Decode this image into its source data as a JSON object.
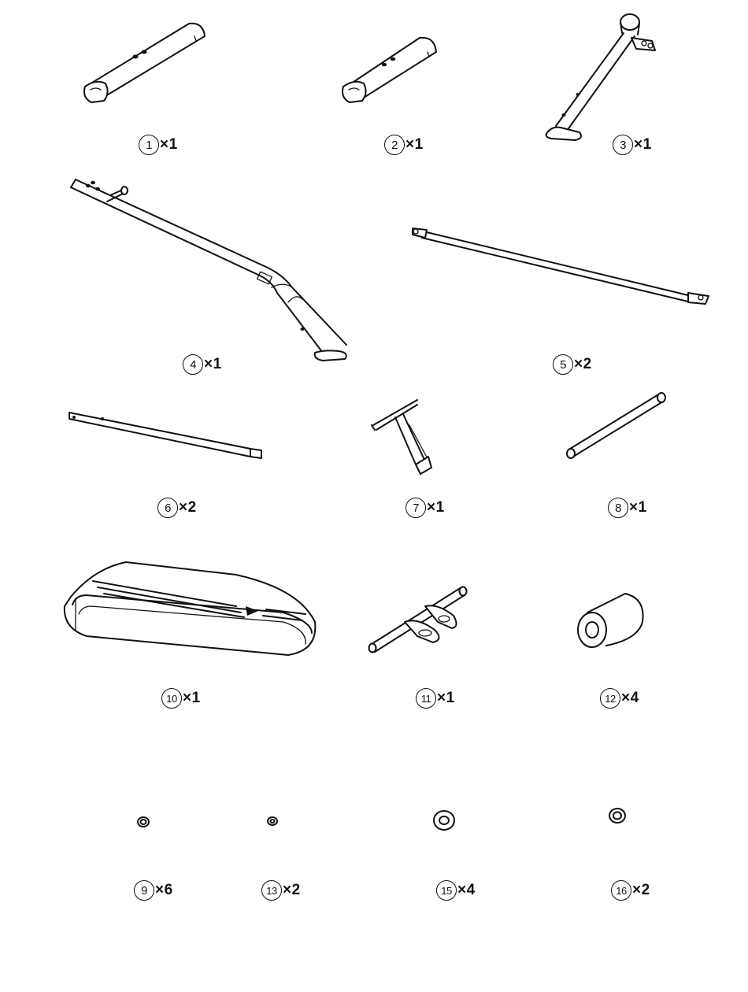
{
  "parts": [
    {
      "id": "part-1",
      "number": "1",
      "quantity": "×1"
    },
    {
      "id": "part-2",
      "number": "2",
      "quantity": "×1"
    },
    {
      "id": "part-3",
      "number": "3",
      "quantity": "×1"
    },
    {
      "id": "part-4",
      "number": "4",
      "quantity": "×1"
    },
    {
      "id": "part-5",
      "number": "5",
      "quantity": "×2"
    },
    {
      "id": "part-6",
      "number": "6",
      "quantity": "×2"
    },
    {
      "id": "part-7",
      "number": "7",
      "quantity": "×1"
    },
    {
      "id": "part-8",
      "number": "8",
      "quantity": "×1"
    },
    {
      "id": "part-10",
      "number": "10",
      "quantity": "×1"
    },
    {
      "id": "part-11",
      "number": "11",
      "quantity": "×1"
    },
    {
      "id": "part-12",
      "number": "12",
      "quantity": "×4"
    },
    {
      "id": "part-9",
      "number": "9",
      "quantity": "×6"
    },
    {
      "id": "part-13",
      "number": "13",
      "quantity": "×2"
    },
    {
      "id": "part-15",
      "number": "15",
      "quantity": "×4"
    },
    {
      "id": "part-16",
      "number": "16",
      "quantity": "×2"
    }
  ]
}
